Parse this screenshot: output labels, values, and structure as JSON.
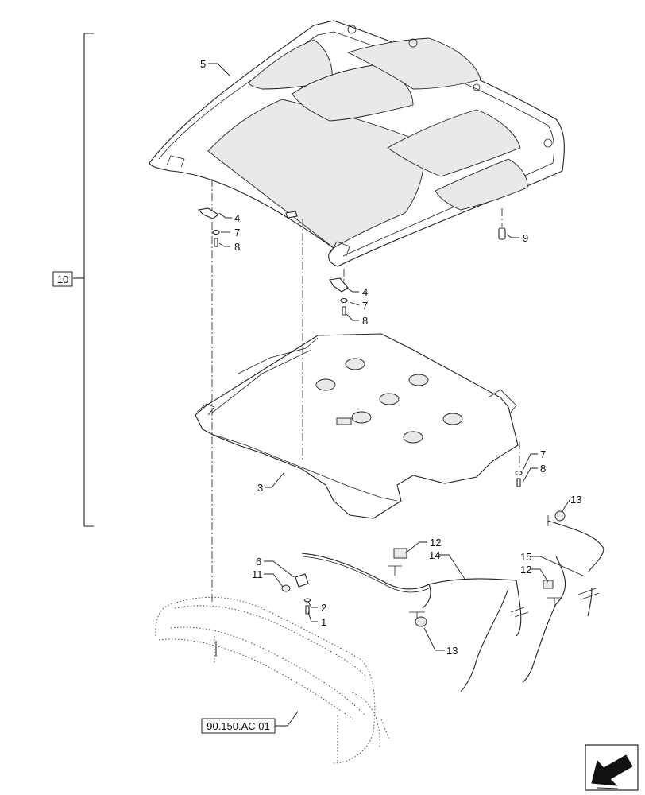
{
  "callouts": {
    "c1": "1",
    "c2": "2",
    "c3": "3",
    "c4a": "4",
    "c4b": "4",
    "c5": "5",
    "c6": "6",
    "c7a": "7",
    "c7b": "7",
    "c7c": "7",
    "c8a": "8",
    "c8b": "8",
    "c8c": "8",
    "c9": "9",
    "c11": "11",
    "c12a": "12",
    "c12b": "12",
    "c13a": "13",
    "c13b": "13",
    "c14": "14",
    "c15": "15"
  },
  "assembly_label": "10",
  "reference_label": "90.150.AC 01"
}
